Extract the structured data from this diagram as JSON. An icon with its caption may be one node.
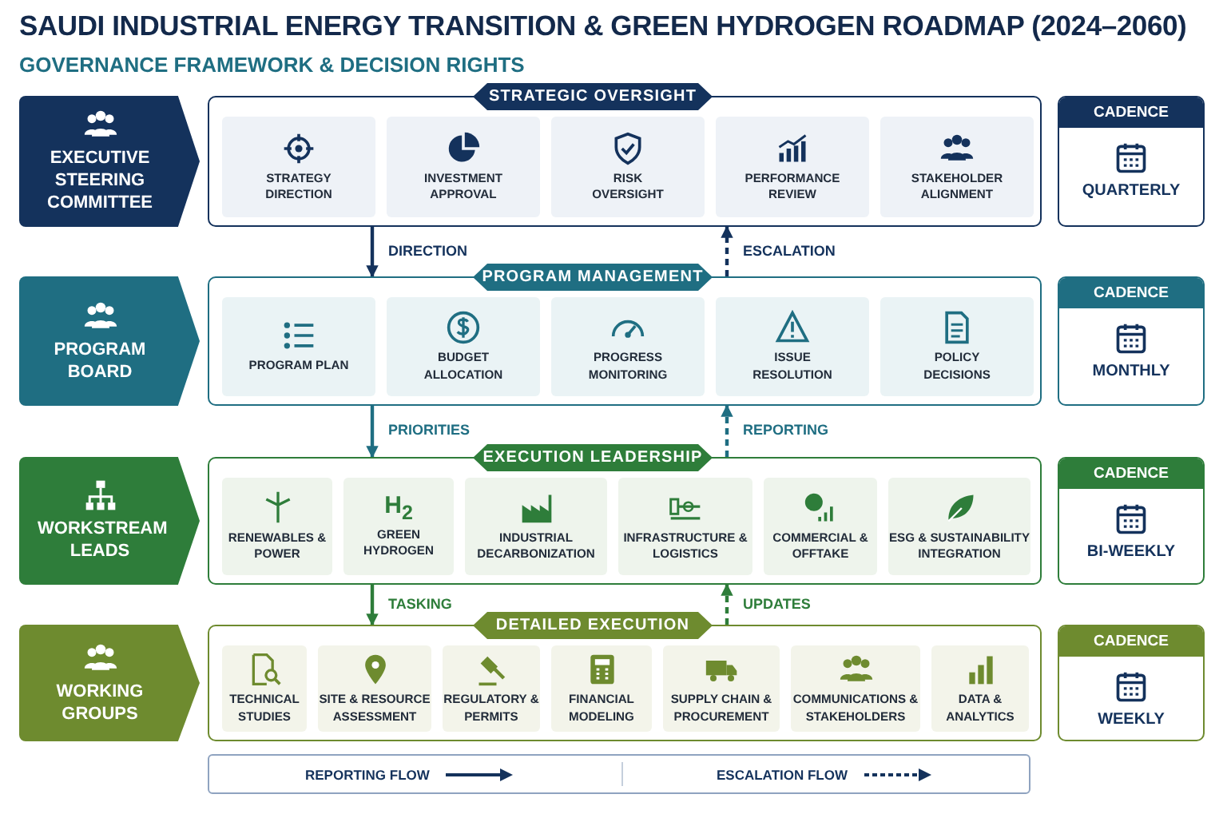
{
  "diagram": {
    "title": "SAUDI INDUSTRIAL ENERGY TRANSITION & GREEN HYDROGEN ROADMAP (2024–2060)",
    "nodes": [
      {
        "text": [
          "EXECUTIVE STEERING COMMITTEE"
        ]
      },
      {
        "text": [
          "STRATEGIC OVERSIGHT"
        ]
      },
      {
        "text": [
          "STRATEGY DIRECTION"
        ],
        "in": 1
      },
      {
        "text": [
          "INVESTMENT APPROVAL"
        ],
        "in": 1
      },
      {
        "text": [
          "RISK OVERSIGHT"
        ],
        "in": 1
      },
      {
        "text": [
          "PERFORMANCE REVIEW"
        ],
        "in": 1
      },
      {
        "text": [
          "STAKEHOLDER ALIGNMENT"
        ],
        "in": 1
      },
      {
        "text": [
          "CADENCE",
          "QUARTERLY"
        ]
      },
      {
        "text": [
          "PROGRAM BOARD"
        ]
      },
      {
        "text": [
          "PROGRAM MANAGEMENT"
        ]
      },
      {
        "text": [
          "PROGRAM PLAN"
        ],
        "in": 9
      },
      {
        "text": [
          "BUDGET ALLOCATION"
        ],
        "in": 9
      },
      {
        "text": [
          "PROGRESS MONITORING"
        ],
        "in": 9
      },
      {
        "text": [
          "ISSUE RESOLUTION"
        ],
        "in": 9
      },
      {
        "text": [
          "POLICY DECISIONS"
        ],
        "in": 9
      },
      {
        "text": [
          "CADENCE",
          "MONTHLY"
        ]
      },
      {
        "text": [
          "WORKSTREAM LEADS"
        ]
      },
      {
        "text": [
          "EXECUTION LEADERSHIP"
        ]
      },
      {
        "text": [
          "RENEWABLES & POWER"
        ],
        "in": 17
      },
      {
        "text": [
          "H$_{2}$",
          "GREEN HYDROGEN"
        ],
        "in": 17
      },
      {
        "text": [
          "INDUSTRIAL DECARBONIZATION"
        ],
        "in": 17
      },
      {
        "text": [
          "INFRASTRUCTURE & LOGISTICS"
        ],
        "in": 17
      },
      {
        "text": [
          "COMMERCIAL & OFFTAKE"
        ],
        "in": 17
      },
      {
        "text": [
          "ESG & SUSTAINABILITY INTEGRATION"
        ],
        "in": 17
      },
      {
        "text": [
          "CADENCE",
          "BI-WEEKLY"
        ]
      },
      {
        "text": [
          "WORKING GROUPS"
        ]
      },
      {
        "text": [
          "DETAILED EXECUTION"
        ]
      },
      {
        "text": [
          "TECHNICAL STUDIES"
        ],
        "in": 26
      },
      {
        "text": [
          "SITE & RESOURCE ASSESSMENT"
        ],
        "in": 26
      },
      {
        "text": [
          "REGULATORY & PERMITS"
        ],
        "in": 26
      },
      {
        "text": [
          "FINANCIAL MODELING"
        ],
        "in": 26
      },
      {
        "text": [
          "SUPPLY CHAIN & PROCUREMENT"
        ],
        "in": 26
      },
      {
        "text": [
          "COMMUNICATIONS & STAKEHOLDERS"
        ],
        "in": 26
      },
      {
        "text": [
          "DATA & ANALYTICS"
        ],
        "in": 26
      },
      {
        "text": [
          "CADENCE",
          "WEEKLY"
        ]
      }
    ],
    "edges": [
      {
        "from": 1,
        "to": 9,
        "arrow": "to",
        "label": "DIRECTION",
        "color": "#14325c"
      },
      {
        "from": 9,
        "to": 1,
        "arrow": "to",
        "label": "ESCALATION",
        "style": "dashed",
        "color": "#14325c"
      },
      {
        "from": 9,
        "to": 17,
        "arrow": "to",
        "label": "PRIORITIES",
        "color": "#1f6e82"
      },
      {
        "from": 17,
        "to": 9,
        "arrow": "to",
        "label": "REPORTING",
        "style": "dashed",
        "color": "#1f6e82"
      },
      {
        "from": 17,
        "to": 26,
        "arrow": "to",
        "label": "TASKING",
        "color": "#2e7d3a"
      },
      {
        "from": 26,
        "to": 17,
        "arrow": "to",
        "label": "UPDATES",
        "style": "dashed",
        "color": "#2e7d3a"
      }
    ],
    "labels": [
      "GOVERNANCE FRAMEWORK & DECISION RIGHTS"
    ],
    "legend": [
      {
        "text": "REPORTING FLOW"
      },
      {
        "text": "ESCALATION FLOW"
      }
    ]
  }
}
